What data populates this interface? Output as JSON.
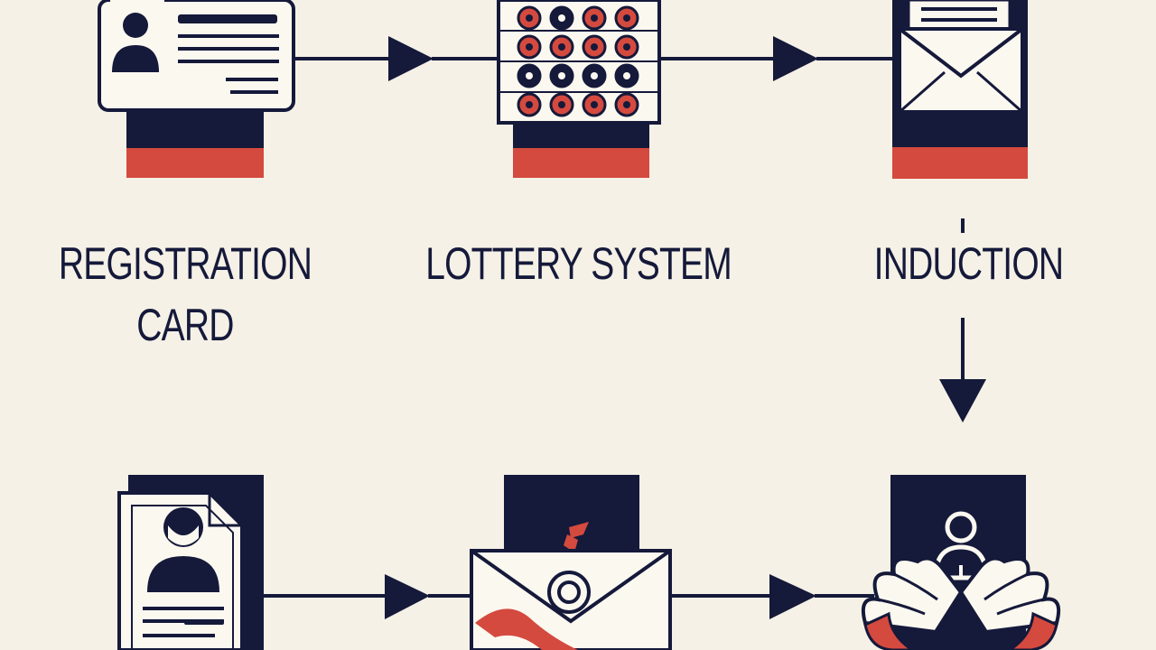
{
  "colors": {
    "background": "#f5f1e6",
    "navy": "#15193a",
    "red": "#d44a3e",
    "paper": "#fbf8f0"
  },
  "labels": {
    "registration_line1": "REGISTRATION",
    "registration_line2": "CARD",
    "lottery": "LOTTERY SYSTEM",
    "induction": "INDUCTION"
  },
  "icons": {
    "registration": "id-card-icon",
    "lottery": "lottery-grid-icon",
    "induction": "envelope-letter-icon",
    "bottom_left": "person-document-icon",
    "bottom_middle": "sealed-envelope-icon",
    "bottom_right": "person-wings-icon"
  }
}
